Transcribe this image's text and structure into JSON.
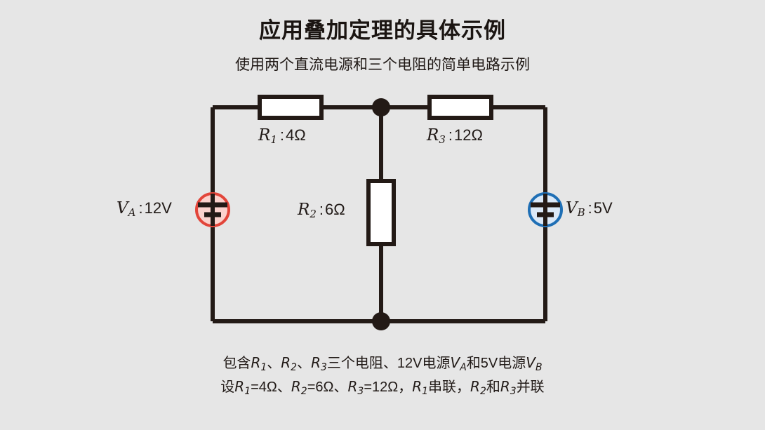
{
  "page": {
    "background_color": "#e6e6e6",
    "wire_color": "#231a16"
  },
  "header": {
    "title": "应用叠加定理的具体示例",
    "subtitle": "使用两个直流电源和三个电阻的简单电路示例"
  },
  "circuit": {
    "resistors": [
      {
        "id": "R1",
        "symbol": "R",
        "subscript": "1",
        "separator": ":",
        "value": "4Ω",
        "orientation": "horizontal",
        "position": "top-left"
      },
      {
        "id": "R2",
        "symbol": "R",
        "subscript": "2",
        "separator": ":",
        "value": "6Ω",
        "orientation": "vertical",
        "position": "middle-branch"
      },
      {
        "id": "R3",
        "symbol": "R",
        "subscript": "3",
        "separator": ":",
        "value": "12Ω",
        "orientation": "horizontal",
        "position": "top-right"
      }
    ],
    "sources": [
      {
        "id": "VA",
        "symbol": "V",
        "subscript": "A",
        "separator": ":",
        "value": "12V",
        "position": "left-branch",
        "stroke_color": "#e2453a",
        "fill_color": "#fbd2cd",
        "icon": "dc-voltage-source-icon"
      },
      {
        "id": "VB",
        "symbol": "V",
        "subscript": "B",
        "separator": ":",
        "value": "5V",
        "position": "right-branch",
        "stroke_color": "#1f6fb5",
        "fill_color": "#dbe9f8",
        "icon": "dc-voltage-source-icon"
      }
    ],
    "nodes": [
      {
        "id": "node-top",
        "label": ""
      },
      {
        "id": "node-bottom",
        "label": ""
      }
    ]
  },
  "caption": {
    "line1": {
      "prefix": "包含",
      "r1_symbol": "R",
      "r1_sub": "1",
      "sep1": "、",
      "r2_symbol": "R",
      "r2_sub": "2",
      "sep2": "、",
      "r3_symbol": "R",
      "r3_sub": "3",
      "mid": "三个电阻、12V电源",
      "va_symbol": "V",
      "va_sub": "A",
      "mid2": "和5V电源",
      "vb_symbol": "V",
      "vb_sub": "B"
    },
    "line2": {
      "prefix": "设",
      "r1_symbol": "R",
      "r1_sub": "1",
      "eq1": "=4Ω、",
      "r2_symbol": "R",
      "r2_sub": "2",
      "eq2": "=6Ω、",
      "r3_symbol": "R",
      "r3_sub": "3",
      "eq3": "=12Ω，",
      "r1b_symbol": "R",
      "r1b_sub": "1",
      "mid": "串联，",
      "r2b_symbol": "R",
      "r2b_sub": "2",
      "and": "和",
      "r3b_symbol": "R",
      "r3b_sub": "3",
      "suffix": "并联"
    }
  }
}
